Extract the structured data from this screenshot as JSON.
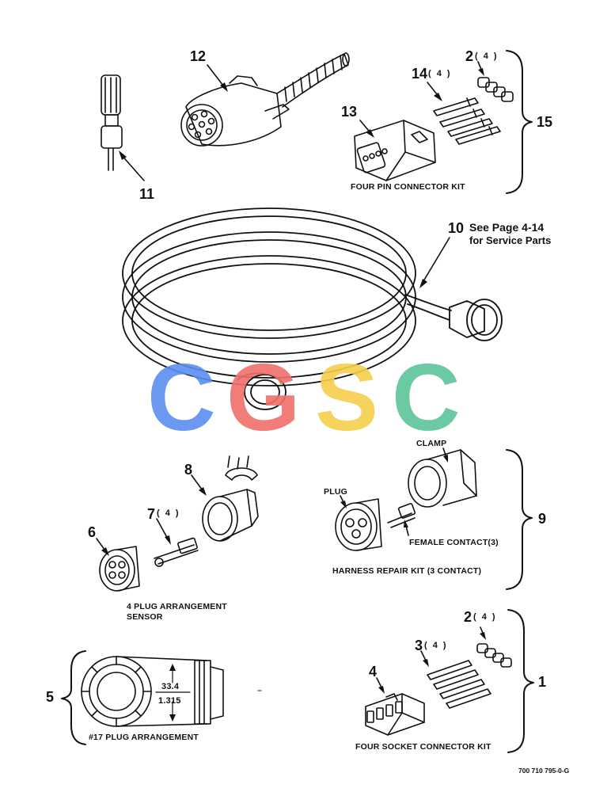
{
  "labels": {
    "item12": "12",
    "item11": "11",
    "item13": "13",
    "item14": "14",
    "item14_qty": "( 4 )",
    "item2_top": "2",
    "item2_top_qty": "( 4 )",
    "item15": "15",
    "four_pin_kit": "FOUR PIN CONNECTOR KIT",
    "item10": "10",
    "see_page": "See Page 4-14",
    "service_parts": "for Service Parts",
    "item8": "8",
    "item7": "7",
    "item7_qty": "( 4 )",
    "item6": "6",
    "four_plug_line1": "4 PLUG ARRANGEMENT",
    "four_plug_line2": "SENSOR",
    "clamp": "CLAMP",
    "plug": "PLUG",
    "female_contact": "FEMALE CONTACT(3)",
    "harness_kit": "HARNESS REPAIR KIT (3 CONTACT)",
    "item9": "9",
    "item2_bottom": "2",
    "item2_bottom_qty": "( 4 )",
    "item3": "3",
    "item3_qty": "( 4 )",
    "item4": "4",
    "item1": "1",
    "four_socket_kit": "FOUR SOCKET CONNECTOR KIT",
    "item5": "5",
    "dim_mm": "33.4",
    "dim_in": "1.315",
    "plug17": "#17 PLUG ARRANGEMENT",
    "doc_number": "700 710 795-0-G"
  },
  "watermark": {
    "letters": [
      "C",
      "G",
      "S",
      "C"
    ],
    "colors": [
      "#5b8def",
      "#f0706a",
      "#f5cf4b",
      "#5cc49a"
    ]
  }
}
